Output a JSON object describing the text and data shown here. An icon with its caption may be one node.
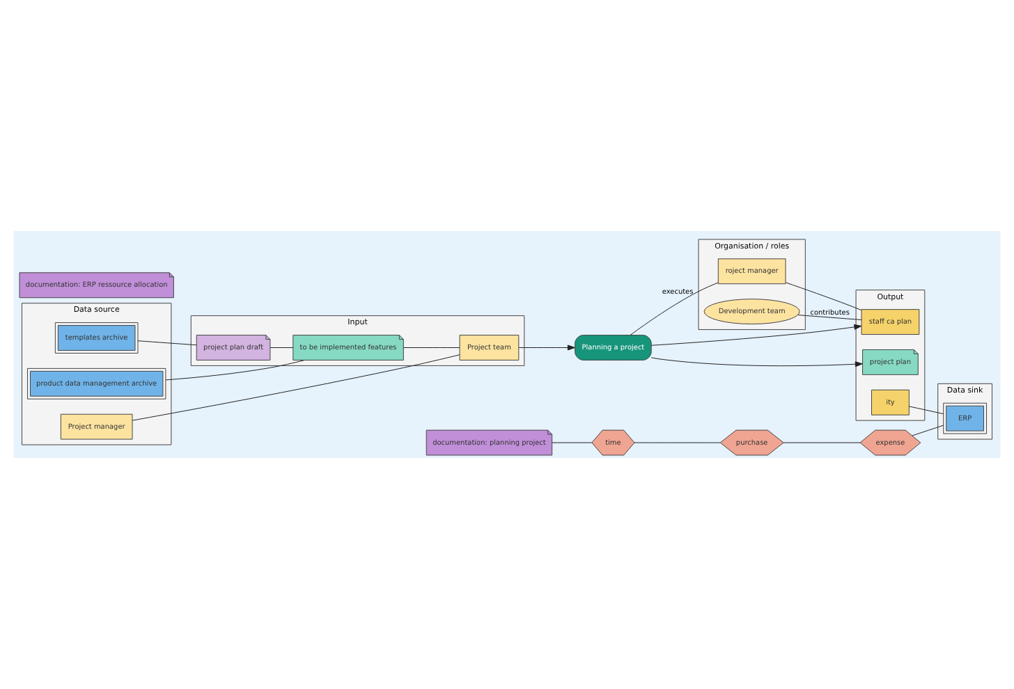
{
  "diagram": {
    "nodes": [
      {
        "text": [
          "Data source"
        ]
      },
      {
        "text": [
          "templates archive"
        ],
        "in": 0
      },
      {
        "text": [
          "product data management archive"
        ],
        "in": 0
      },
      {
        "text": [
          "Project manager"
        ],
        "in": 0
      },
      {
        "text": [
          "Input"
        ]
      },
      {
        "text": [
          "project plan draft"
        ],
        "in": 4
      },
      {
        "text": [
          "to be implemented features"
        ],
        "in": 4
      },
      {
        "text": [
          "Project team"
        ],
        "in": 4
      },
      {
        "text": [
          "Planning a project"
        ]
      },
      {
        "text": [
          "Organisation / roles"
        ]
      },
      {
        "text": [
          "roject manager"
        ],
        "in": 9
      },
      {
        "text": [
          "Development team"
        ],
        "in": 9
      },
      {
        "text": [
          "Output"
        ]
      },
      {
        "text": [
          "staff ca plan"
        ],
        "in": 12
      },
      {
        "text": [
          "project plan"
        ],
        "in": 12
      },
      {
        "text": [
          "ity"
        ],
        "in": 12
      },
      {
        "text": [
          "Data sink"
        ]
      },
      {
        "text": [
          "ERP"
        ],
        "in": 16
      },
      {
        "text": [
          "documentation: planning project"
        ]
      },
      {
        "text": [
          "documentation: ERP ressource allocation"
        ]
      },
      {
        "text": [
          "time"
        ]
      },
      {
        "text": [
          "purchase"
        ]
      },
      {
        "text": [
          "expense"
        ]
      }
    ],
    "edges": [
      {
        "from": 1,
        "to": 5,
        "arrow": "none"
      },
      {
        "from": 2,
        "to": 6,
        "arrow": "none"
      },
      {
        "from": 5,
        "to": 6,
        "arrow": "none"
      },
      {
        "from": 6,
        "to": 7,
        "arrow": "none"
      },
      {
        "from": 3,
        "to": 7,
        "arrow": "none"
      },
      {
        "from": 7,
        "to": 8,
        "arrow": "to"
      },
      {
        "from": 8,
        "to": 10,
        "label": "executes",
        "arrow": "none"
      },
      {
        "from": 8,
        "to": 13,
        "arrow": "to"
      },
      {
        "from": 8,
        "to": 14,
        "arrow": "to"
      },
      {
        "from": 10,
        "to": 13,
        "arrow": "none"
      },
      {
        "from": 11,
        "to": 13,
        "label": "contributes",
        "arrow": "none"
      },
      {
        "from": 15,
        "to": 17,
        "arrow": "none"
      },
      {
        "from": 18,
        "to": 20,
        "arrow": "none"
      },
      {
        "from": 20,
        "to": 21,
        "arrow": "none"
      },
      {
        "from": 21,
        "to": 22,
        "arrow": "none"
      },
      {
        "from": 22,
        "to": 17,
        "arrow": "none"
      }
    ]
  }
}
